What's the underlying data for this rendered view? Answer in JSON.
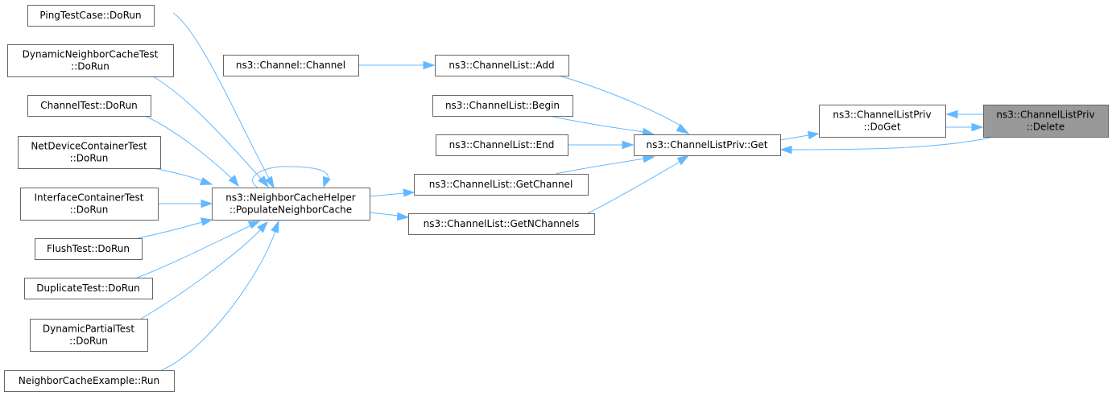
{
  "graph": {
    "colors": {
      "edge": "#63b8ff",
      "node_border": "#666666",
      "current_node_fill": "#999999",
      "node_fill": "#ffffff"
    },
    "nodes": [
      {
        "id": "delete",
        "lines": [
          "ns3::ChannelListPriv",
          "::Delete"
        ],
        "current": true
      },
      {
        "id": "doget",
        "lines": [
          "ns3::ChannelListPriv",
          "::DoGet"
        ]
      },
      {
        "id": "get",
        "lines": [
          "ns3::ChannelListPriv::Get"
        ]
      },
      {
        "id": "add",
        "lines": [
          "ns3::ChannelList::Add"
        ]
      },
      {
        "id": "begin",
        "lines": [
          "ns3::ChannelList::Begin"
        ]
      },
      {
        "id": "end",
        "lines": [
          "ns3::ChannelList::End"
        ]
      },
      {
        "id": "getchannel",
        "lines": [
          "ns3::ChannelList::GetChannel"
        ]
      },
      {
        "id": "getnchannels",
        "lines": [
          "ns3::ChannelList::GetNChannels"
        ]
      },
      {
        "id": "channel",
        "lines": [
          "ns3::Channel::Channel"
        ]
      },
      {
        "id": "populate",
        "lines": [
          "ns3::NeighborCacheHelper",
          "::PopulateNeighborCache"
        ]
      },
      {
        "id": "pingtest",
        "lines": [
          "PingTestCase::DoRun"
        ]
      },
      {
        "id": "dyncache",
        "lines": [
          "DynamicNeighborCacheTest",
          "::DoRun"
        ]
      },
      {
        "id": "chantest",
        "lines": [
          "ChannelTest::DoRun"
        ]
      },
      {
        "id": "netdev",
        "lines": [
          "NetDeviceContainerTest",
          "::DoRun"
        ]
      },
      {
        "id": "iface",
        "lines": [
          "InterfaceContainerTest",
          "::DoRun"
        ]
      },
      {
        "id": "flush",
        "lines": [
          "FlushTest::DoRun"
        ]
      },
      {
        "id": "dup",
        "lines": [
          "DuplicateTest::DoRun"
        ]
      },
      {
        "id": "dynpartial",
        "lines": [
          "DynamicPartialTest",
          "::DoRun"
        ]
      },
      {
        "id": "example",
        "lines": [
          "NeighborCacheExample::Run"
        ]
      }
    ]
  }
}
